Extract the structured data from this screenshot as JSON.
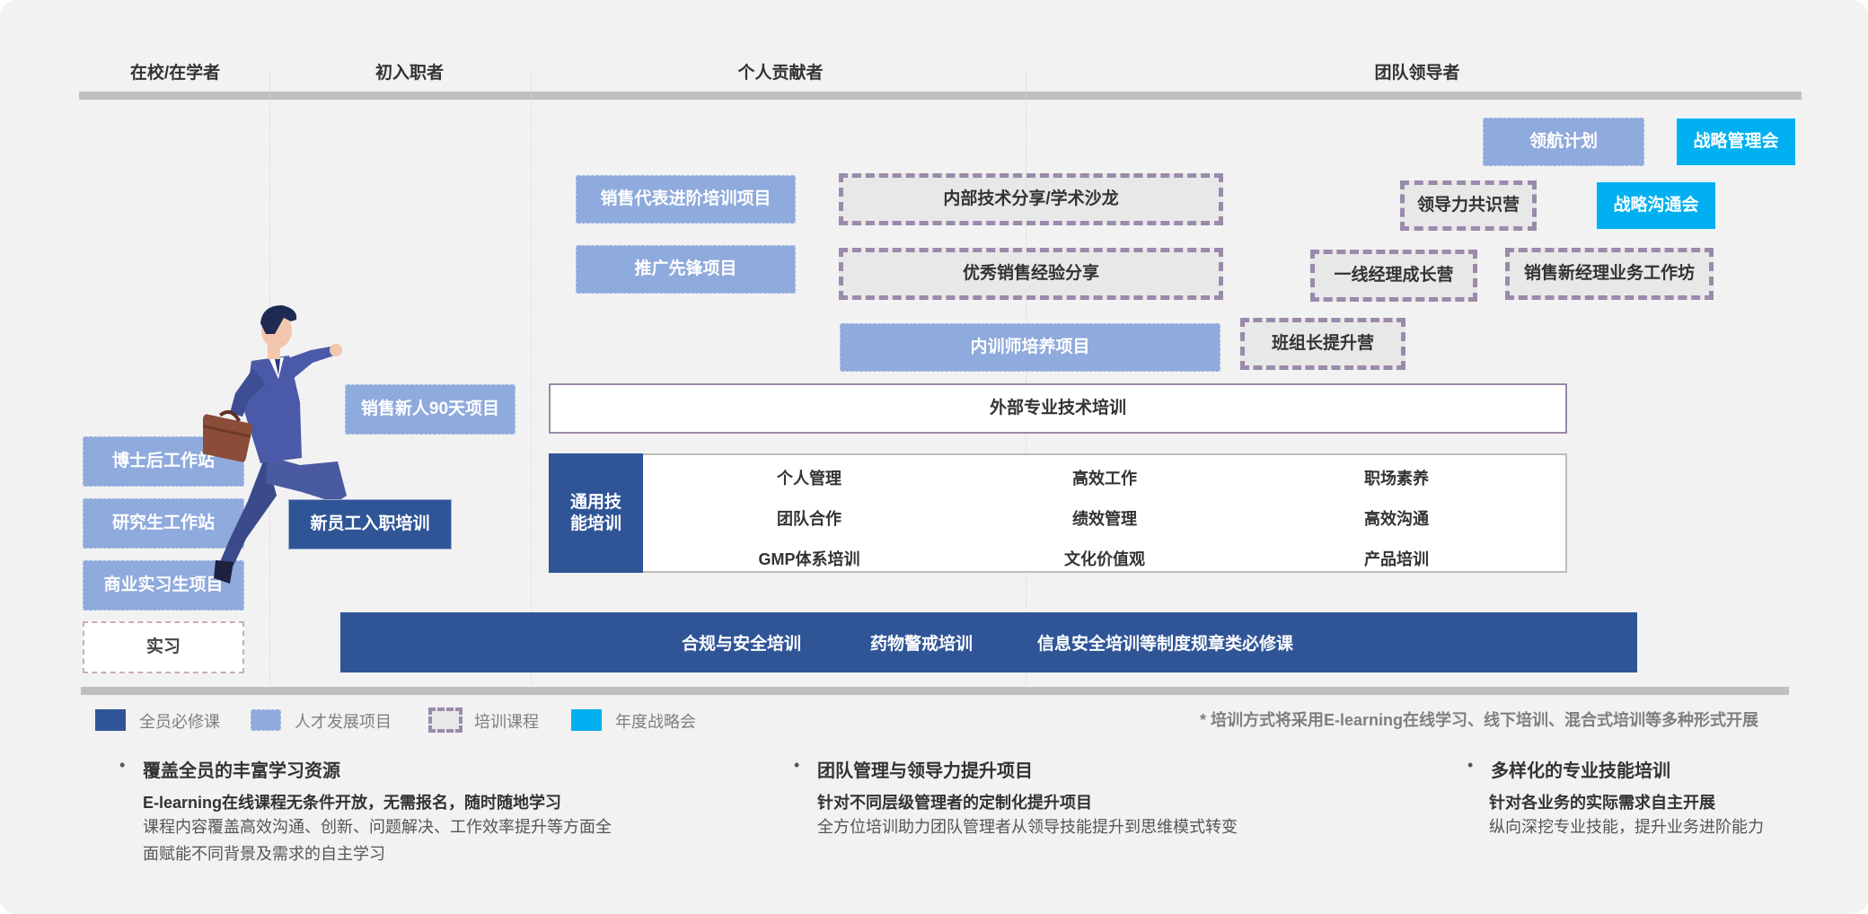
{
  "stages": [
    "在校/在学者",
    "初入职者",
    "个人贡献者",
    "团队领导者"
  ],
  "programs": {
    "lingHang": "领航计划",
    "zhanLueGuanLi": "战略管理会",
    "xiaoShouJinJie": "销售代表进阶培训项目",
    "neiBuJiShu": "内部技术分享/学术沙龙",
    "lingDaoLi": "领导力共识营",
    "zhanLueGouTong": "战略沟通会",
    "tuiGuang": "推广先锋项目",
    "youXiuXiaoShou": "优秀销售经验分享",
    "yiXianJingLi": "一线经理成长营",
    "xiaoShouXinJingLi": "销售新经理业务工作坊",
    "neiXunShi": "内训师培养项目",
    "banZuZhang": "班组长提升营",
    "xiaoShouXinRen": "销售新人90天项目",
    "waiBu": "外部专业技术培训",
    "boShiHou": "博士后工作站",
    "yanJiuSheng": "研究生工作站",
    "xinYuanGong": "新员工入职培训",
    "shangYeShiXi": "商业实习生项目",
    "shiXi": "实习"
  },
  "general_skills": {
    "label": "通用技能培训",
    "items": [
      "个人管理",
      "高效工作",
      "职场素养",
      "团队合作",
      "绩效管理",
      "高效沟通",
      "GMP体系培训",
      "文化价值观",
      "产品培训"
    ]
  },
  "mandatory_bar": [
    "合规与安全培训",
    "药物警戒培训",
    "信息安全培训等制度规章类必修课"
  ],
  "legend": [
    "全员必修课",
    "人才发展项目",
    "培训课程",
    "年度战略会"
  ],
  "note": "* 培训方式将采用E-learning在线学习、线下培训、混合式培训等多种形式开展",
  "columns": [
    {
      "title": "覆盖全员的丰富学习资源",
      "sub": "E-learning在线课程无条件开放，无需报名，随时随地学习",
      "text1": "课程内容覆盖高效沟通、创新、问题解决、工作效率提升等方面全",
      "text2": "面赋能不同背景及需求的自主学习"
    },
    {
      "title": "团队管理与领导力提升项目",
      "sub": "针对不同层级管理者的定制化提升项目",
      "text1": "全方位培训助力团队管理者从领导技能提升到思维模式转变",
      "text2": ""
    },
    {
      "title": "多样化的专业技能培训",
      "sub": "针对各业务的实际需求自主开展",
      "text1": "纵向深挖专业技能，提升业务进阶能力",
      "text2": ""
    }
  ],
  "bullet_char": "•",
  "colors": {
    "mandatory": "#2f5597",
    "talent": "#8faadc",
    "course_border": "#9a8aab",
    "strategy": "#00b0f0"
  }
}
